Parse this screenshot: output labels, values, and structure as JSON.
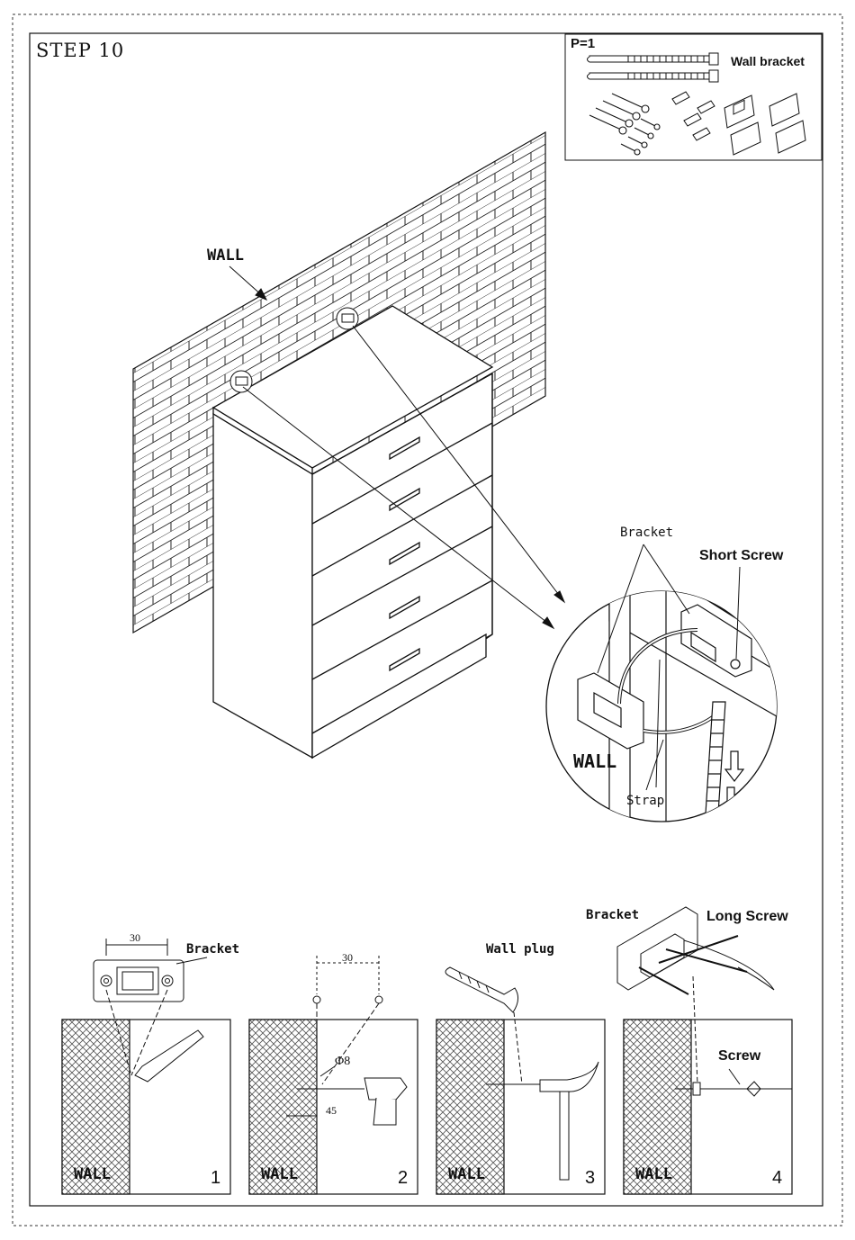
{
  "step": {
    "title": "STEP 10"
  },
  "parts_box": {
    "quantity": "P=1",
    "item_label": "Wall bracket"
  },
  "main": {
    "wall_label": "WALL",
    "detail": {
      "bracket_label": "Bracket",
      "short_screw_label": "Short Screw",
      "wall_label": "WALL",
      "strap_label": "Strap"
    }
  },
  "panels": [
    {
      "number": "1",
      "wall_label": "WALL",
      "callout": "Bracket",
      "dimension": "30"
    },
    {
      "number": "2",
      "wall_label": "WALL",
      "dimension": "30",
      "diameter": "Φ8",
      "depth": "45"
    },
    {
      "number": "3",
      "wall_label": "WALL",
      "callout": "Wall plug"
    },
    {
      "number": "4",
      "wall_label": "WALL",
      "bracket_label": "Bracket",
      "long_screw_label": "Long Screw",
      "screw_label": "Screw"
    }
  ],
  "colors": {
    "ink": "#111111",
    "paper": "#ffffff"
  }
}
